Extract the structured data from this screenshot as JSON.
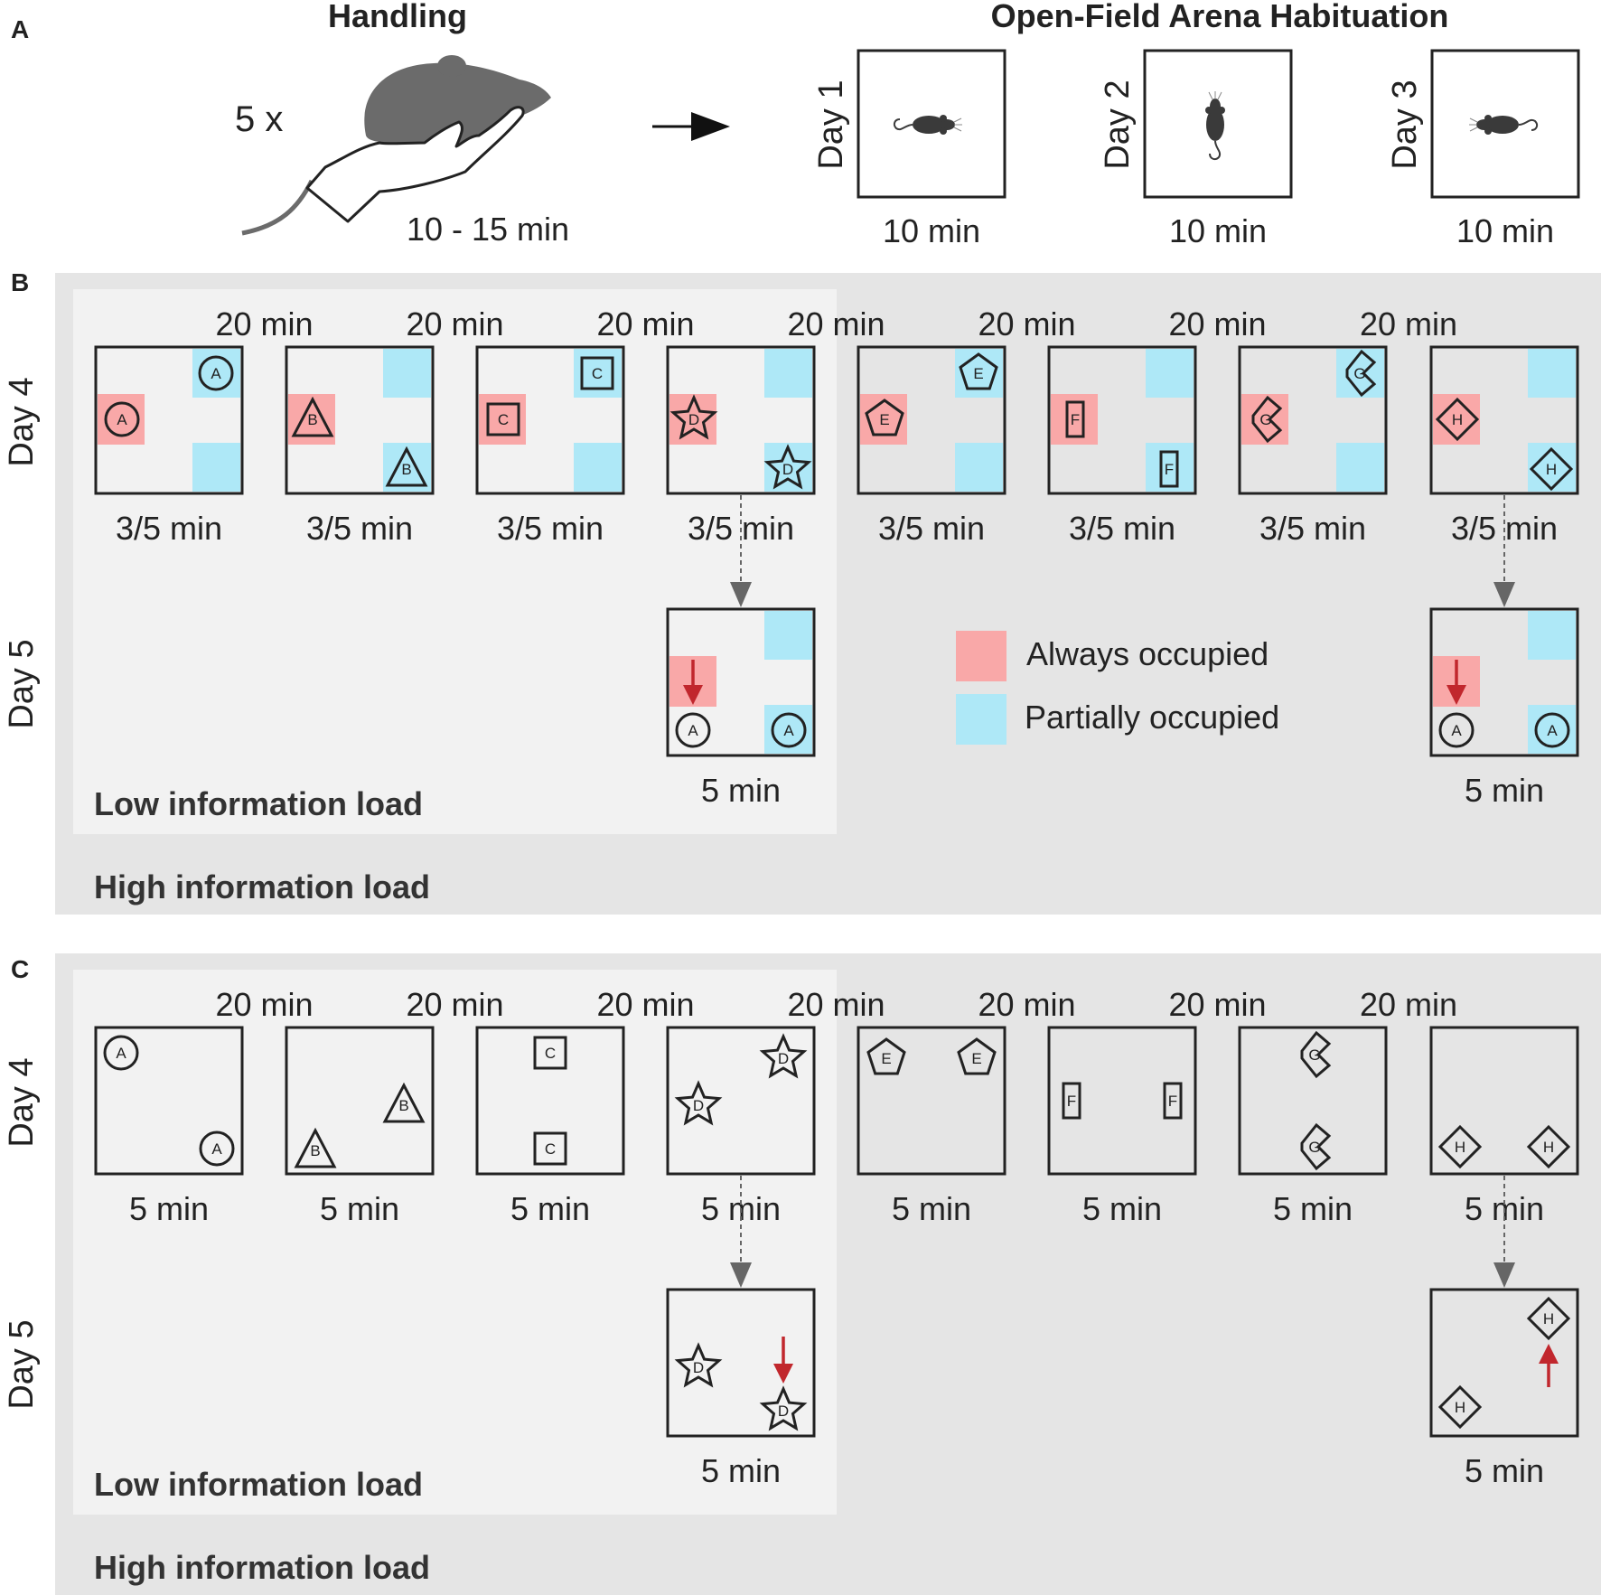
{
  "panels": {
    "a": "A",
    "b": "B",
    "c": "C"
  },
  "panel_a": {
    "handling_title": "Handling",
    "repeat": "5 x",
    "handling_duration": "10 - 15 min",
    "habituation_title": "Open-Field Arena Habituation",
    "days": [
      {
        "label": "Day 1",
        "duration": "10 min",
        "mouse": "horizontal-right"
      },
      {
        "label": "Day 2",
        "duration": "10 min",
        "mouse": "vertical-up"
      },
      {
        "label": "Day 3",
        "duration": "10 min",
        "mouse": "horizontal-left"
      }
    ]
  },
  "colors": {
    "always": "#f9a8a8",
    "partial": "#aee8f7",
    "low_bg": "#f2f2f2",
    "high_bg": "#e5e5e5",
    "red_arrow": "#c1272d",
    "grey_arrow": "#666666"
  },
  "legend": {
    "always": "Always occupied",
    "partial": "Partially occupied"
  },
  "panel_b": {
    "day4": "Day 4",
    "day5": "Day 5",
    "interval": "20 min",
    "trial_duration": "3/5 min",
    "test_duration": "5 min",
    "low_label": "Low information load",
    "high_label": "High information load",
    "objects": [
      "A",
      "B",
      "C",
      "D",
      "E",
      "F",
      "G",
      "H"
    ],
    "shapes": [
      "circle",
      "triangle",
      "square",
      "star",
      "pentagon",
      "rect",
      "chevron",
      "diamond"
    ],
    "partial_object_corner": [
      "tr",
      "br",
      "tr",
      "br",
      "tr",
      "br",
      "tr",
      "br"
    ],
    "test_object": "A",
    "tests_after_trial": [
      4,
      8
    ]
  },
  "panel_c": {
    "day4": "Day 4",
    "day5": "Day 5",
    "interval": "20 min",
    "trial_duration": "5 min",
    "test_duration": "5 min",
    "low_label": "Low information load",
    "high_label": "High information load",
    "objects": [
      "A",
      "B",
      "C",
      "D",
      "E",
      "F",
      "G",
      "H"
    ],
    "shapes": [
      "circle",
      "triangle",
      "square",
      "star",
      "pentagon",
      "rect",
      "chevron",
      "diamond"
    ],
    "tests_after_trial": [
      4,
      8
    ]
  }
}
